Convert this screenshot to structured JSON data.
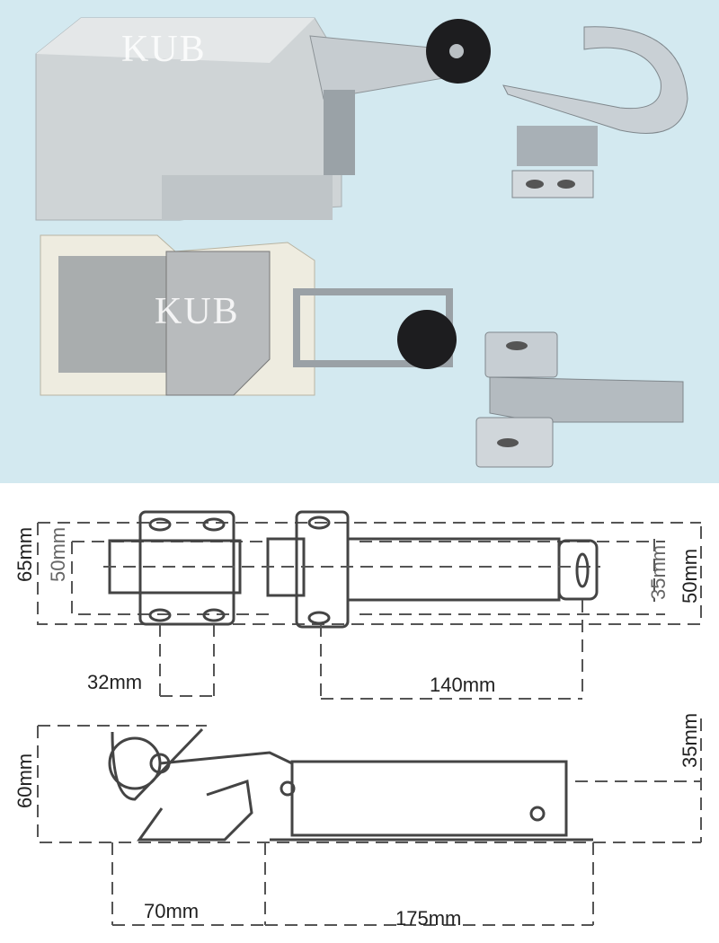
{
  "watermark": "KUB",
  "colors": {
    "photo_background": "#d3e9f0",
    "drawing_background": "#ffffff",
    "line": "#444444"
  },
  "top_view": {
    "dims": {
      "overall_height": "65mm",
      "mount_height": "50mm",
      "hole_spacing": "32mm",
      "length": "140mm",
      "inner_width": "35mm",
      "outer_width": "50mm"
    }
  },
  "side_view": {
    "dims": {
      "height": "60mm",
      "offset": "35mm",
      "strike_length": "70mm",
      "body_length": "175mm"
    }
  }
}
